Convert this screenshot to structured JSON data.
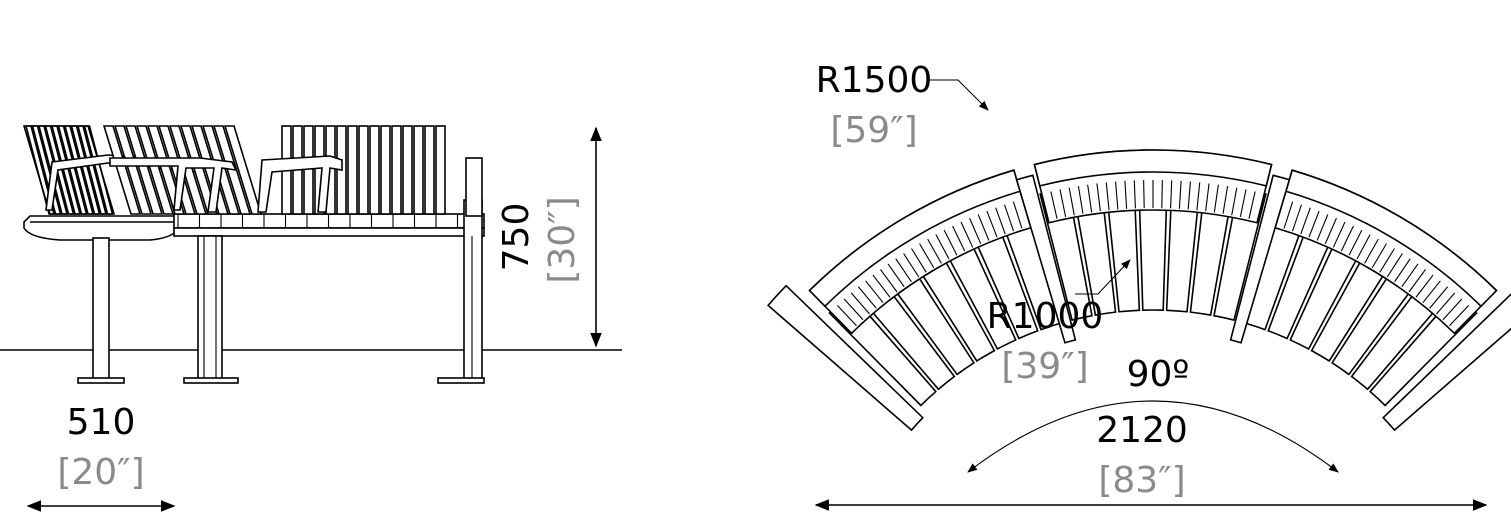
{
  "side_view": {
    "height": {
      "value": "750",
      "imperial": "[30″]"
    },
    "depth": {
      "value": "510",
      "imperial": "[20″]"
    }
  },
  "plan_view": {
    "outer_radius": {
      "value": "R1500",
      "imperial": "[59″]"
    },
    "inner_radius": {
      "value": "R1000",
      "imperial": "[39″]"
    },
    "angle": "90º",
    "chord": {
      "value": "2120",
      "imperial": "[83″]"
    }
  },
  "colors": {
    "line": "#000000",
    "imperial_text": "#8a8a8a",
    "background": "#ffffff"
  }
}
